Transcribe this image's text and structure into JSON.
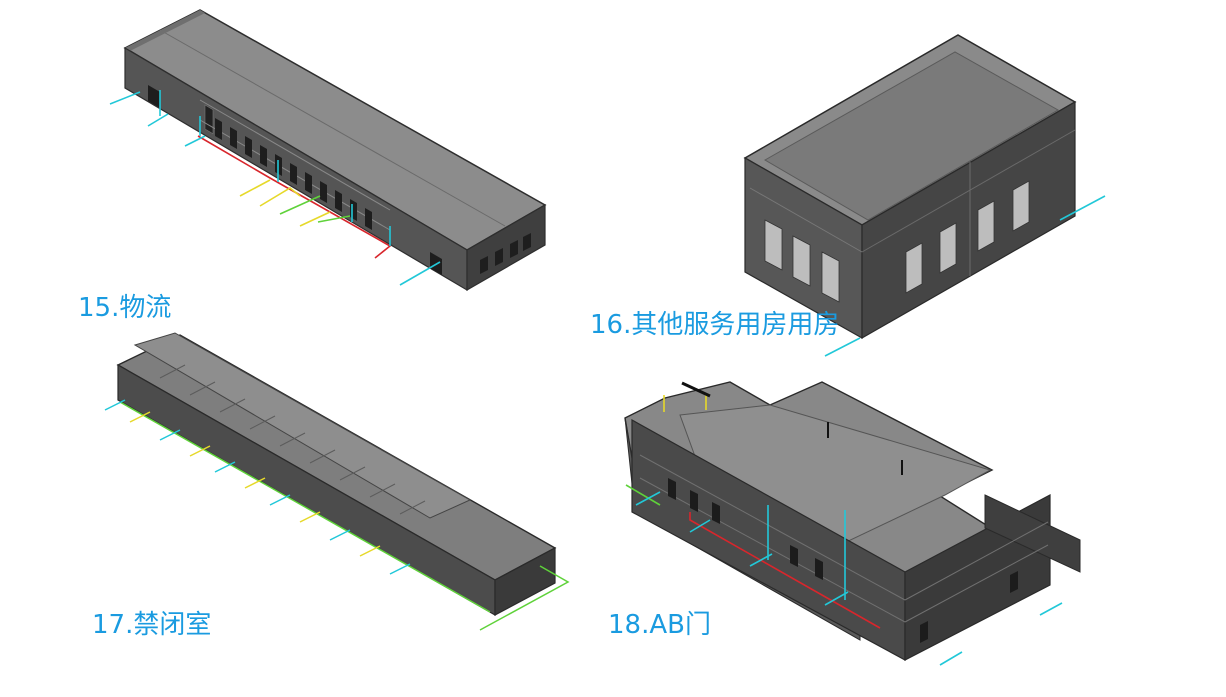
{
  "labels": {
    "b15": "15.物流",
    "b16": "16.其他服务用房用房",
    "b17": "17.禁闭室",
    "b18": "18.AB门"
  },
  "colors": {
    "label": "#1a9be0",
    "face_top": "#8a8a8a",
    "face_front": "#5a5a5a",
    "face_side": "#3c3c3c",
    "edge": "#2a2a2a",
    "pipe_cyan": "#22c8d8",
    "pipe_red": "#d8262c",
    "pipe_green": "#5fd23a",
    "pipe_yellow": "#e6d92a"
  }
}
